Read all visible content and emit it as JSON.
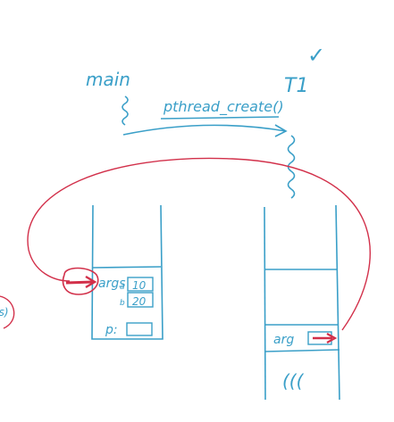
{
  "labels": {
    "main": "main",
    "pthread_call": "pthread_create()",
    "thread": "T1",
    "checkmark": "✓",
    "arg_left": "args",
    "arg_right": "arg",
    "a_var": "a",
    "b_var": "b",
    "val_a": "10",
    "val_b": "20",
    "p_var": "p:",
    "left_edge": "(s)",
    "scribble": "((("
  },
  "colors": {
    "ink_blue": "#3a9fc8",
    "ink_red": "#d2304a",
    "background": "#ffffff"
  }
}
